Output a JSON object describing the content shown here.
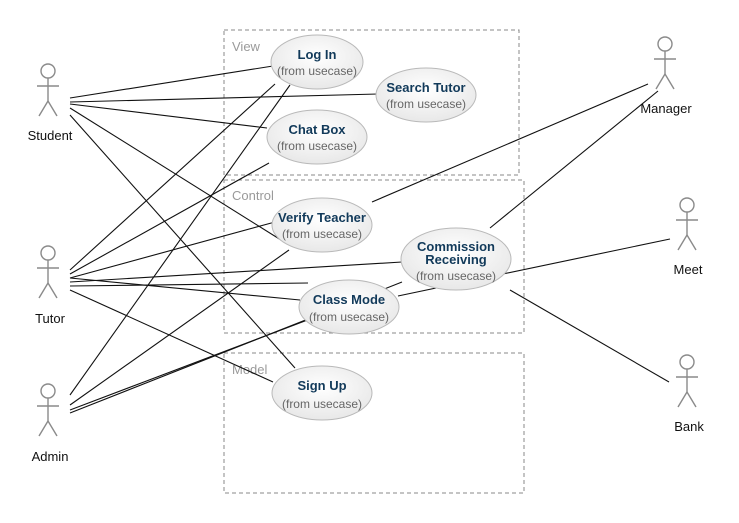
{
  "diagram": {
    "packages": {
      "view": "View",
      "control": "Control",
      "model": "Model"
    },
    "use_cases": {
      "login": {
        "name": "Log In",
        "sub": "(from usecase)"
      },
      "search_tutor": {
        "name": "Search Tutor",
        "sub": "(from usecase)"
      },
      "chat_box": {
        "name": "Chat Box",
        "sub": "(from usecase)"
      },
      "verify_teacher": {
        "name": "Verify Teacher",
        "sub": "(from usecase)"
      },
      "commission": {
        "name_line1": "Commission",
        "name_line2": "Receiving",
        "sub": "(from usecase)"
      },
      "class_mode": {
        "name": "Class Mode",
        "sub": "(from usecase)"
      },
      "sign_up": {
        "name": "Sign Up",
        "sub": "(from usecase)"
      }
    },
    "actors": {
      "student": "Student",
      "tutor": "Tutor",
      "admin": "Admin",
      "manager": "Manager",
      "meet": "Meet",
      "bank": "Bank"
    }
  }
}
